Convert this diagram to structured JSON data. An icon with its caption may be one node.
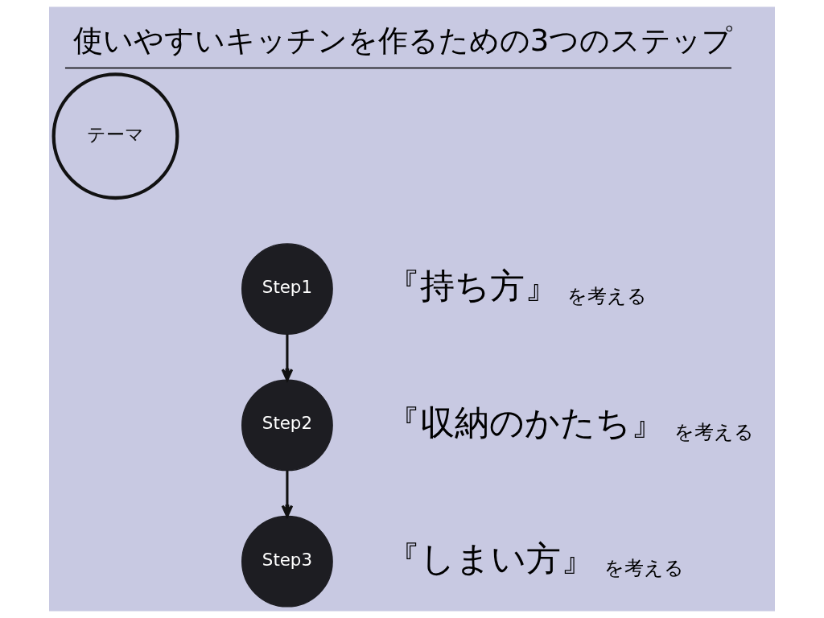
{
  "diagram": {
    "title": "使いやすいキッチンを作るための3つのステップ",
    "nodes": [
      {
        "text": [
          "テーマ"
        ]
      },
      {
        "text": [
          "Step1"
        ],
        "beside": [
          "『持ち方』",
          "を考える"
        ]
      },
      {
        "text": [
          "Step2"
        ],
        "beside": [
          "『収納のかたち』",
          "を考える"
        ]
      },
      {
        "text": [
          "Step3"
        ],
        "beside": [
          "『しまい方』",
          "を考える"
        ]
      }
    ],
    "edges": [
      {
        "from": 1,
        "to": 2,
        "arrow": "to"
      },
      {
        "from": 2,
        "to": 3,
        "arrow": "to"
      }
    ]
  }
}
